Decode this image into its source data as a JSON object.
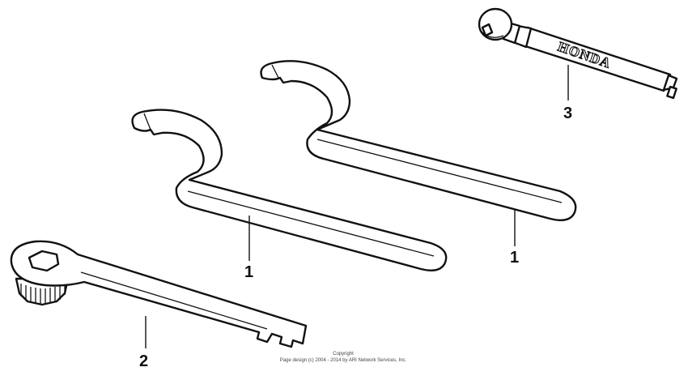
{
  "callouts": {
    "wrench_left": "1",
    "wrench_right": "1",
    "box_wrench": "2",
    "tool_3": "3"
  },
  "brand_text": "HONDA",
  "copyright": {
    "line1": "Copyright",
    "line2": "Page design (c) 2004 - 2014 by ARI Network Services, Inc."
  },
  "colors": {
    "line": "#111111",
    "background": "#ffffff"
  }
}
